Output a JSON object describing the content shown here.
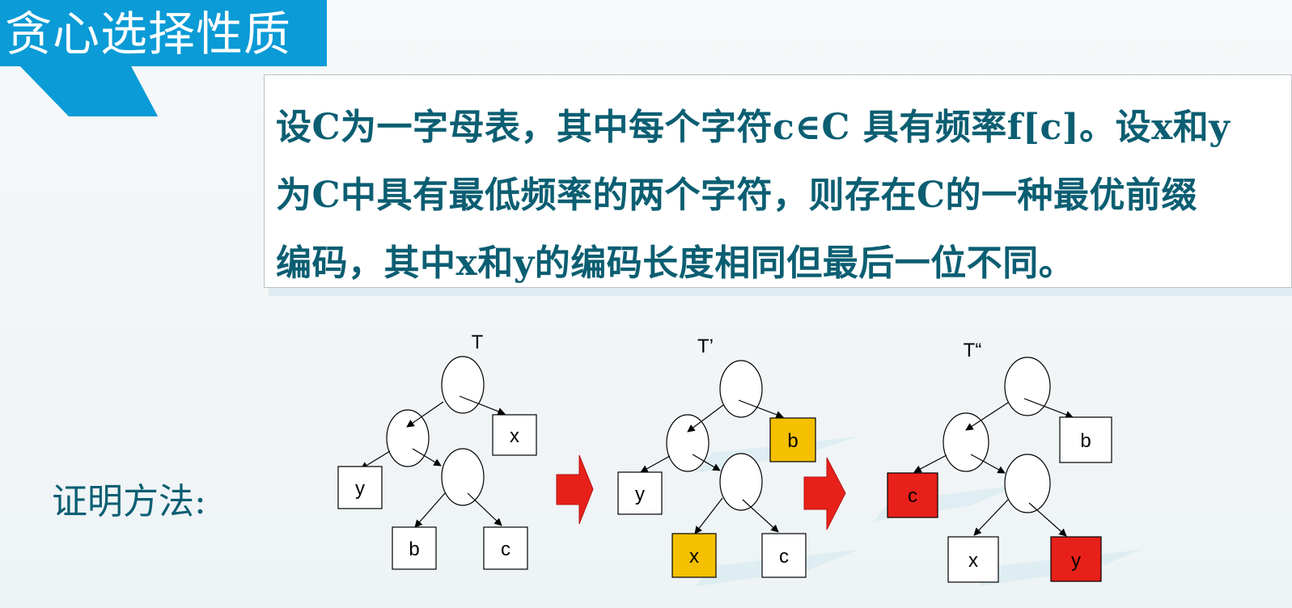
{
  "title": "贪心选择性质",
  "theorem": {
    "line1": "设C为一字母表，其中每个字符c∈C 具有频率f[c]。设x和y",
    "line2": "为C中具有最低频率的两个字符，则存在C的一种最优前缀",
    "line3": "编码，其中x和y的编码长度相同但最后一位不同。"
  },
  "proof_label": "证明方法:",
  "trees": [
    {
      "name": "T",
      "leaves": [
        {
          "id": "t1-x",
          "label": "x",
          "color": "#ffffff"
        },
        {
          "id": "t1-y",
          "label": "y",
          "color": "#ffffff"
        },
        {
          "id": "t1-b",
          "label": "b",
          "color": "#ffffff"
        },
        {
          "id": "t1-c",
          "label": "c",
          "color": "#ffffff"
        }
      ]
    },
    {
      "name": "T’",
      "leaves": [
        {
          "id": "t2-b",
          "label": "b",
          "color": "#f5c000"
        },
        {
          "id": "t2-y",
          "label": "y",
          "color": "#ffffff"
        },
        {
          "id": "t2-x",
          "label": "x",
          "color": "#f5c000"
        },
        {
          "id": "t2-c",
          "label": "c",
          "color": "#ffffff"
        }
      ]
    },
    {
      "name": "T“",
      "leaves": [
        {
          "id": "t3-b",
          "label": "b",
          "color": "#ffffff"
        },
        {
          "id": "t3-c",
          "label": "c",
          "color": "#e8201a"
        },
        {
          "id": "t3-x",
          "label": "x",
          "color": "#ffffff"
        },
        {
          "id": "t3-y",
          "label": "y",
          "color": "#e8201a"
        }
      ]
    }
  ],
  "colors": {
    "banner": "#0b9bd6",
    "text": "#0c5e72",
    "highlight_yellow": "#f5c000",
    "highlight_red": "#e8201a",
    "arrow": "#e8201a"
  }
}
